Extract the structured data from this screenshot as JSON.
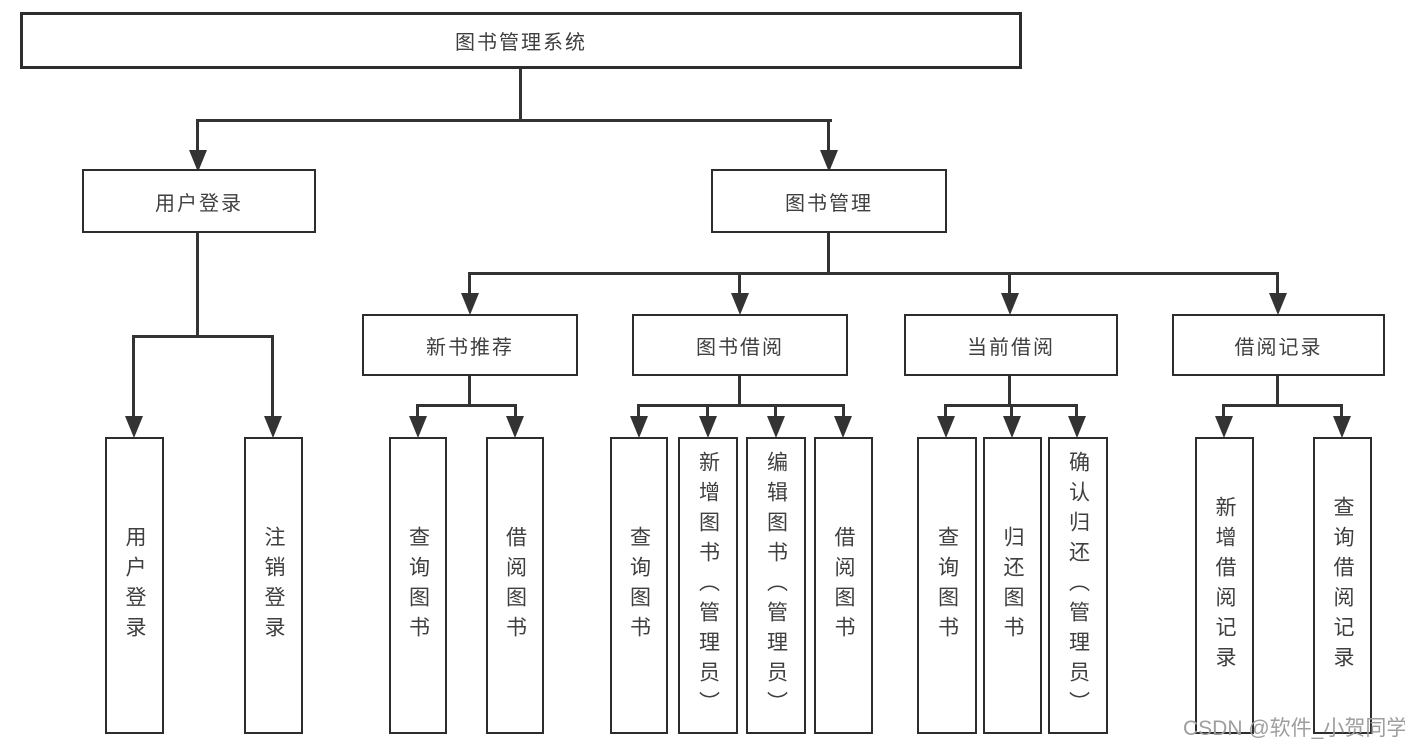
{
  "diagram": {
    "root": {
      "label": "图书管理系统"
    },
    "branches": [
      {
        "label": "用户登录",
        "children": [
          {
            "label": "用户登录"
          },
          {
            "label": "注销登录"
          }
        ]
      },
      {
        "label": "图书管理",
        "children": [
          {
            "label": "新书推荐",
            "children": [
              {
                "label": "查询图书"
              },
              {
                "label": "借阅图书"
              }
            ]
          },
          {
            "label": "图书借阅",
            "children": [
              {
                "label": "查询图书"
              },
              {
                "label": "新增图书（管理员）"
              },
              {
                "label": "编辑图书（管理员）"
              },
              {
                "label": "借阅图书"
              }
            ]
          },
          {
            "label": "当前借阅",
            "children": [
              {
                "label": "查询图书"
              },
              {
                "label": "归还图书"
              },
              {
                "label": "确认归还（管理员）"
              }
            ]
          },
          {
            "label": "借阅记录",
            "children": [
              {
                "label": "新增借阅记录"
              },
              {
                "label": "查询借阅记录"
              }
            ]
          }
        ]
      }
    ]
  },
  "watermark": {
    "text": "CSDN @软件_小贺同学"
  },
  "colors": {
    "line": "#333333",
    "box_border": "#2d2d2d",
    "text": "#3f3f3f",
    "watermark": "#9e9e9e",
    "background": "#ffffff"
  }
}
